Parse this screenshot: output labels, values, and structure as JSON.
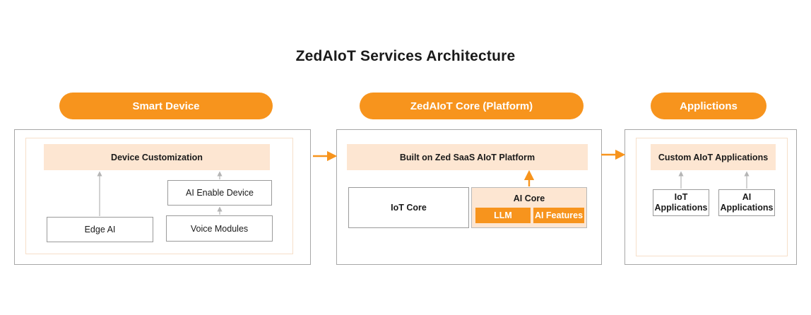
{
  "title": "ZedAIoT Services Architecture",
  "sections": {
    "device": {
      "header": "Smart Device",
      "customization": "Device Customization",
      "ai_enable_device": "AI Enable Device",
      "edge_ai": "Edge AI",
      "voice_modules": "Voice Modules"
    },
    "core": {
      "header": "ZedAIoT Core (Platform)",
      "platform": "Built on Zed SaaS AIoT Platform",
      "iot_core": "IoT Core",
      "ai_core": "AI Core",
      "llm": "LLM",
      "ai_features": "AI Features"
    },
    "apps": {
      "header": "Applictions",
      "custom": "Custom AIoT Applications",
      "iot_apps_line1": "IoT",
      "iot_apps_line2": "Applications",
      "ai_apps_line1": "AI",
      "ai_apps_line2": "Applications"
    }
  },
  "colors": {
    "accent": "#f7941d",
    "peach": "#fde6d2",
    "border": "#a7a7a7"
  }
}
